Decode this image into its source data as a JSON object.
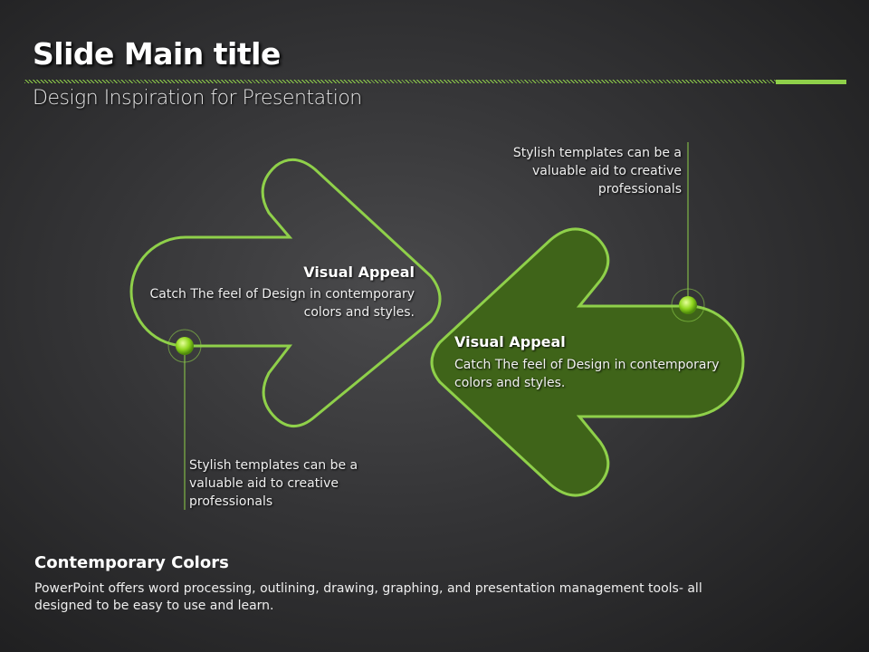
{
  "header": {
    "title": "Slide Main title",
    "subtitle": "Design Inspiration for Presentation"
  },
  "colors": {
    "accent": "#8fd04a",
    "fill": "#3f6419"
  },
  "left_arrow": {
    "heading": "Visual Appeal",
    "body": "Catch The feel of Design in contemporary colors and styles.",
    "callout": "Stylish templates can be a valuable aid to creative professionals"
  },
  "right_arrow": {
    "heading": "Visual Appeal",
    "body": "Catch The feel of Design in contemporary colors and styles.",
    "callout": "Stylish templates can be a valuable aid to creative professionals"
  },
  "footer": {
    "heading": "Contemporary Colors",
    "body": "PowerPoint offers word processing, outlining, drawing, graphing, and presentation management tools- all designed to be easy to use and learn."
  }
}
